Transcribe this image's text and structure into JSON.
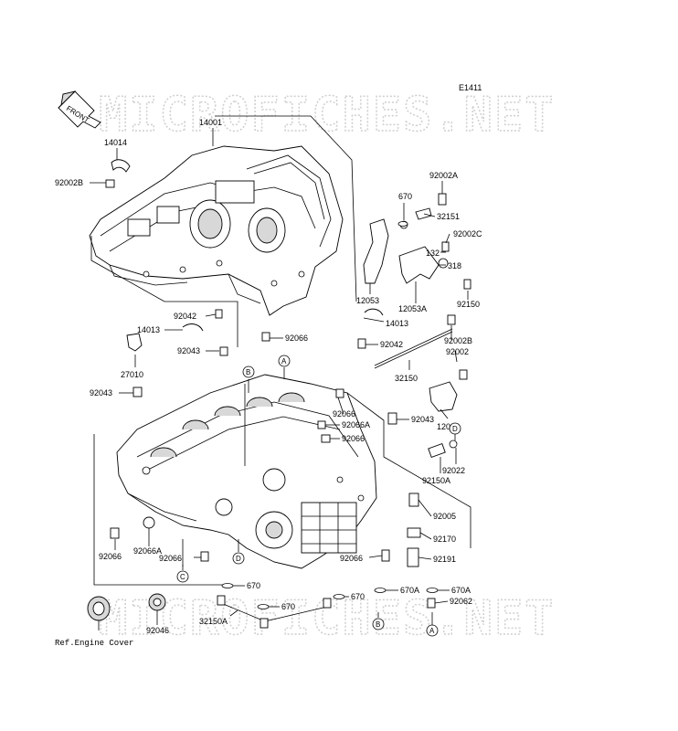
{
  "diagram_code": "E1411",
  "watermark": "MICROFICHES.NET",
  "front_label": "FRONT",
  "ref_note": "Ref.Engine Cover",
  "labels": {
    "p14001": "14001",
    "p14014": "14014",
    "p92002B_top": "92002B",
    "p92002A": "92002A",
    "p670_top": "670",
    "p32151": "32151",
    "p92002C": "92002C",
    "p132": "132",
    "p318": "318",
    "p12053": "12053",
    "p12053A": "12053A",
    "p92150": "92150",
    "p14013_right": "14013",
    "p92042_left": "92042",
    "p14013_left": "14013",
    "p92066_mid": "92066",
    "p92043_left": "92043",
    "p92002B_right": "92002B",
    "p92002": "92002",
    "p92042_right": "92042",
    "p27010": "27010",
    "p32150": "32150",
    "p92043_lower": "92043",
    "p92066_c1": "92066",
    "p92066A_c": "92066A",
    "p92066_c2": "92066",
    "p92043_right": "92043",
    "p12048": "12048",
    "p92022": "92022",
    "p92150A": "92150A",
    "p92005": "92005",
    "p92170": "92170",
    "p92191": "92191",
    "p92066_bl": "92066",
    "p92066A_bl": "92066A",
    "p92066_bc": "92066",
    "p92066_br": "92066",
    "p670_a": "670",
    "p670_b": "670",
    "p670_c": "670",
    "p670A_a": "670A",
    "p670A_b": "670A",
    "p92062": "92062",
    "p32150A": "32150A",
    "p92046": "92046"
  },
  "callouts": {
    "A_top": "A",
    "B_top": "B",
    "C_left": "C",
    "D_left": "D",
    "D_right": "D",
    "B_bottom": "B",
    "A_bottom": "A"
  }
}
